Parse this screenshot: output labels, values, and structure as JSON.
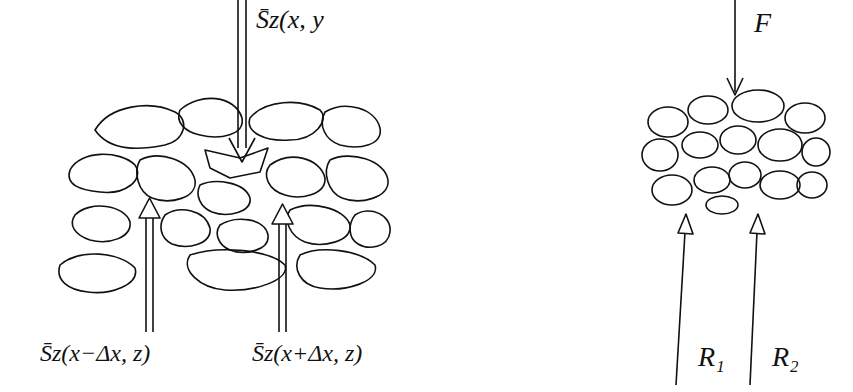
{
  "diagram": {
    "labels": [
      "S̄z(x, y",
      "S̄z(x−Δx, z)",
      "S̄z(x+Δx, z)",
      "F",
      "R₁",
      "R₂"
    ]
  }
}
